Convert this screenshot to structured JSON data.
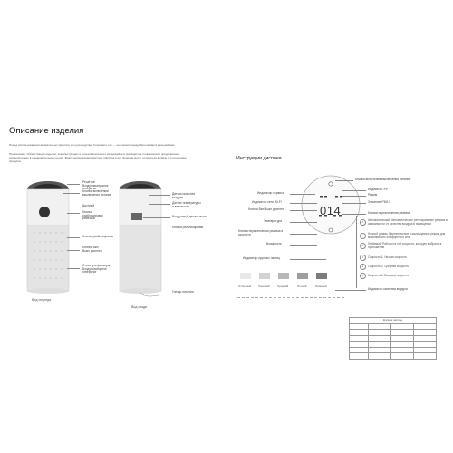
{
  "title": "Описание изделия",
  "intro": [
    "Перед использованием внимательно прочтите это руководство. Сохраните его — оно может понадобиться вам в дальнейшем.",
    "Примечание: Иллюстрации изделия, комплектующих и пользовательского интерфейса в руководстве пользователя представлены",
    "исключительно в ознакомительных целях. Фактические характеристики прибора и его функции могут отличаться в связи с улучшением",
    "продукта."
  ],
  "front": {
    "labels": [
      "Решётка/Воздуховыпускное отверстие",
      "Кнопка включения/выключения питания",
      "Дисплей",
      "Кнопка разблокировки ремешка",
      "Кнопка разблокировки",
      "Кнопка Вкл/Выкл дисплея",
      "Отсек для фильтра/ Воздухозаборное отверстие"
    ],
    "caption": "Вид спереди"
  },
  "back": {
    "labels": [
      "Датчик качества воздуха",
      "Датчик температуры и влажности",
      "Воздушный датчик пыли",
      "Кнопка разблокировки"
    ],
    "caption": "Вид сзади",
    "cord_label": "Гнездо питания"
  },
  "display": {
    "section_title": "Инструкции дисплея",
    "number": "014",
    "left_labels": [
      "Индикатор сервиса",
      "Индикатор сети Wi-Fi",
      "Кнопка Вкл/Выкл дисплея",
      "Температура",
      "Кнопка переключения режима и скорости",
      "Влажность",
      "Индикатор крупных частиц"
    ],
    "right_labels": [
      "Кнопка включения/выключения питания",
      "Индикатор УФ",
      "Режим",
      "Значение PM2.5",
      "Кнопка переключения режима"
    ],
    "swatches": [
      {
        "label": "Отличный",
        "color": "#e8e8e8"
      },
      {
        "label": "Хороший",
        "color": "#d2d2d2"
      },
      {
        "label": "Средний",
        "color": "#b8b8b8"
      },
      {
        "label": "Плохой",
        "color": "#9e9e9e"
      },
      {
        "label": "Опасный",
        "color": "#7c7c7c"
      }
    ],
    "modes": [
      {
        "icon": "A",
        "text": "Автоматический: Автоматическое регулирование режима в зависимости от качества воздуха в помещении"
      },
      {
        "icon": "☾",
        "text": "Ночной режим: Переключение в малошумный режим для максимально комфортного сна"
      },
      {
        "icon": "✿",
        "text": "Любимый: Работа на той скорости, которую выбрали в приложении"
      },
      {
        "icon": "1",
        "text": "Скорость 1: Низкая скорость"
      },
      {
        "icon": "2",
        "text": "Скорость 2: Средняя скорость"
      },
      {
        "icon": "3",
        "text": "Скорость 3: Высокая скорость"
      }
    ],
    "note_label": "Индикатор качества воздуха",
    "table_header": "Крупные частицы"
  }
}
